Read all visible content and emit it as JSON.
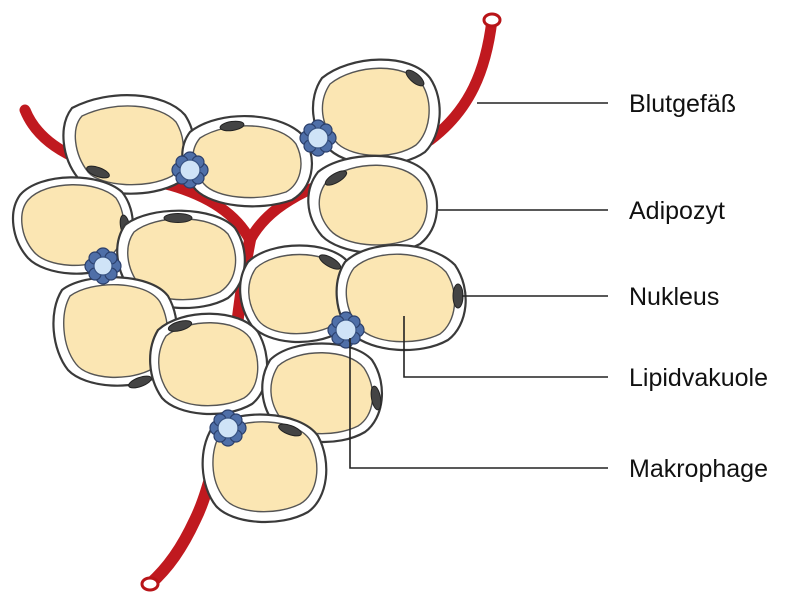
{
  "labels": {
    "blood_vessel": "Blutgefäß",
    "adipocyte": "Adipozyt",
    "nucleus": "Nukleus",
    "lipid_vacuole": "Lipidvakuole",
    "macrophage": "Makrophage"
  },
  "colors": {
    "vessel": "#c0191f",
    "lipid": "#fbe6b3",
    "membrane": "#3a3a3a",
    "nucleus": "#444444",
    "macrophage_lobe": "#4f6fa8",
    "macrophage_core": "#cfe3f7"
  }
}
